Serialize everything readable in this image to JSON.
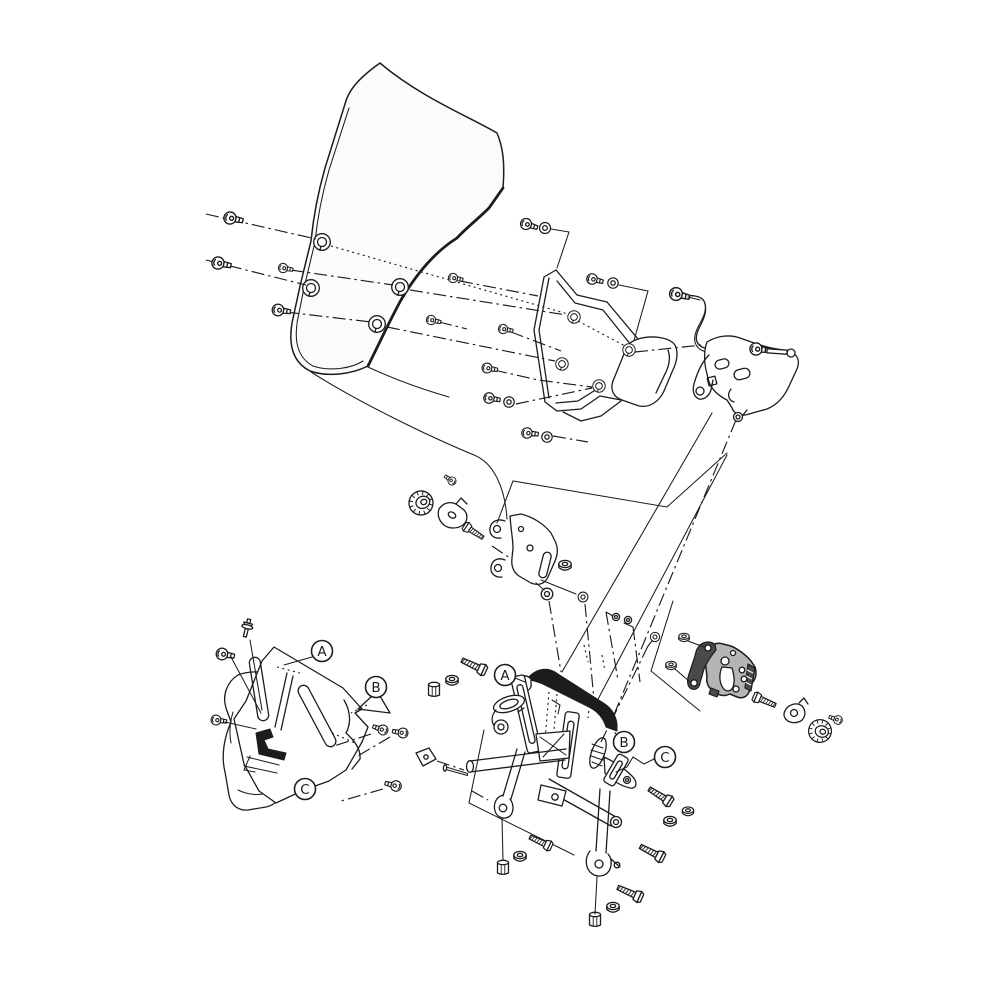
{
  "diagram": {
    "kind": "exploded-parts-diagram",
    "background_color": "#ffffff",
    "line_color": "#1c1c1c",
    "shaded_part_fill": "#b5b5b5",
    "shaded_part_dark_fill": "#4a4a4a",
    "windscreen_fill": "#fbfbfb",
    "callouts": {
      "left_panel": [
        {
          "label": "A"
        },
        {
          "label": "B"
        },
        {
          "label": "C"
        }
      ],
      "center_assembly": [
        {
          "label": "A"
        },
        {
          "label": "B"
        },
        {
          "label": "C"
        }
      ]
    },
    "parts": [
      "windscreen",
      "windscreen-grommet",
      "mounting-screw",
      "washer",
      "windscreen-setting-frame",
      "windshield-stay-right",
      "adjusting-knob",
      "knob-clamp",
      "adjuster-bolt",
      "stay-bracket-plate",
      "flange-nut",
      "well-nut-collar",
      "left-meter-panel",
      "push-rivet",
      "center-stay-assembly",
      "flange-bolt",
      "shaded-adjuster-bracket",
      "reference-alignment-lines"
    ]
  }
}
